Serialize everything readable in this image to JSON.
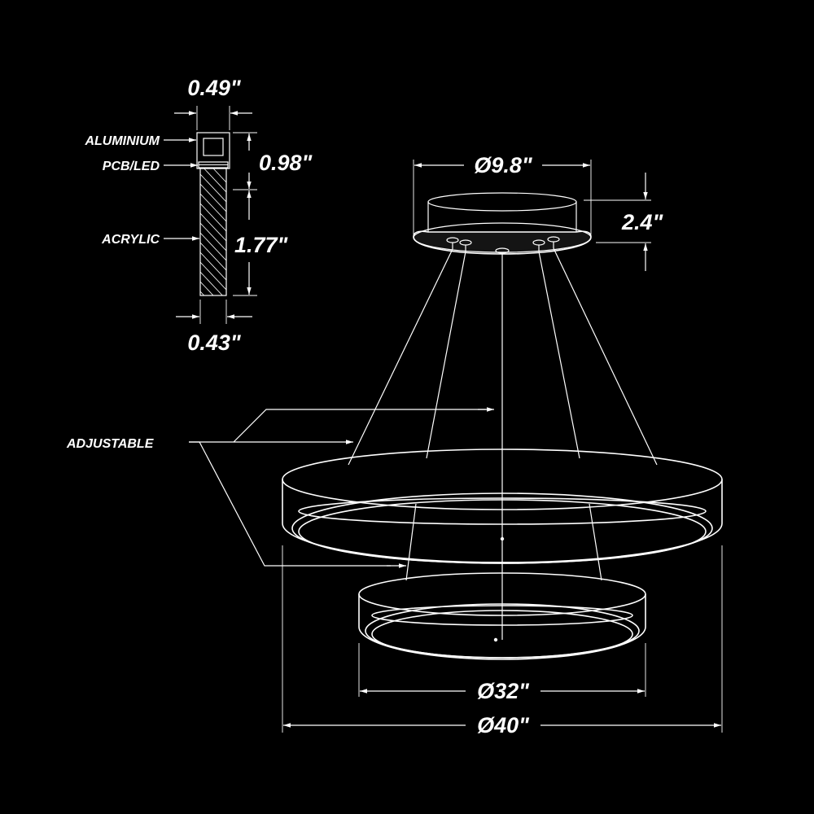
{
  "cross_section": {
    "labels": {
      "aluminium": "ALUMINIUM",
      "pcb_led": "PCB/LED",
      "acrylic": "ACRYLIC"
    },
    "dimensions": {
      "top_width": "0.49\"",
      "top_height": "0.98\"",
      "acrylic_height": "1.77\"",
      "bottom_width": "0.43\""
    }
  },
  "fixture": {
    "canopy_diameter": "Ø9.8\"",
    "canopy_height": "2.4\"",
    "adjustable_label": "ADJUSTABLE",
    "lower_ring_diameter": "Ø32\"",
    "upper_ring_diameter": "Ø40\""
  },
  "colors": {
    "background": "#000000",
    "line": "#ffffff"
  }
}
